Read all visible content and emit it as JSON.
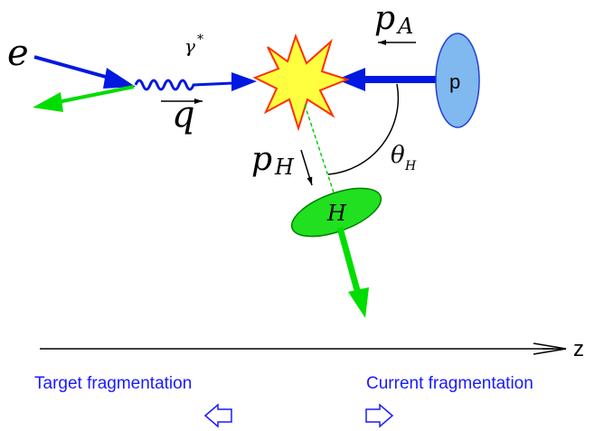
{
  "labels": {
    "electron": "e",
    "photon": "γ",
    "photon_star": "*",
    "momentum_q": "q",
    "momentum_pA": "p",
    "momentum_pA_sub": "A",
    "momentum_pH": "p",
    "momentum_pH_sub": "H",
    "angle": "θ",
    "angle_sub": "H",
    "proton": "p",
    "hadron": "H",
    "axis": "z",
    "target_fragmentation": "Target fragmentation",
    "current_fragmentation": "Current fragmentation"
  },
  "colors": {
    "electron_line": "#0018e0",
    "scattered_electron": "#00dd00",
    "photon": "#0018e0",
    "proton_fill": "#80b8f0",
    "proton_stroke": "#2040d0",
    "vertex_fill": "#ffff40",
    "vertex_stroke": "#ff3000",
    "hadron_fill": "#20e020",
    "hadron_stroke": "#008000",
    "caption_text": "#1a1aff",
    "hollow_arrow": "#1a1aff",
    "black": "#000000"
  }
}
